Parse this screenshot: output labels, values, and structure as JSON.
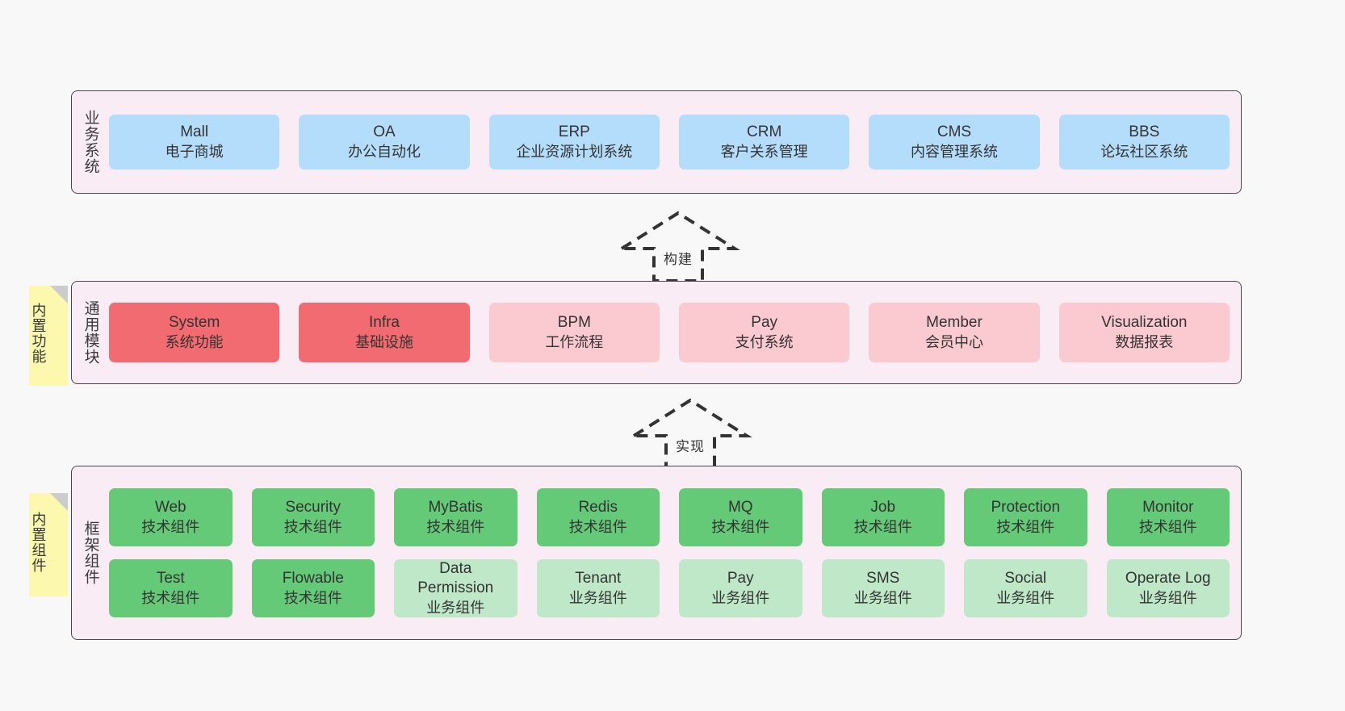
{
  "layers": [
    {
      "id": "business",
      "title": "业务系统",
      "rows": [
        {
          "cards": [
            {
              "name": "Mall",
              "sub": "电子商城",
              "style": "c-blue"
            },
            {
              "name": "OA",
              "sub": "办公自动化",
              "style": "c-blue"
            },
            {
              "name": "ERP",
              "sub": "企业资源计划系统",
              "style": "c-blue"
            },
            {
              "name": "CRM",
              "sub": "客户关系管理",
              "style": "c-blue"
            },
            {
              "name": "CMS",
              "sub": "内容管理系统",
              "style": "c-blue"
            },
            {
              "name": "BBS",
              "sub": "论坛社区系统",
              "style": "c-blue"
            }
          ]
        }
      ]
    },
    {
      "id": "common",
      "title": "通用模块",
      "rows": [
        {
          "cards": [
            {
              "name": "System",
              "sub": "系统功能",
              "style": "c-red"
            },
            {
              "name": "Infra",
              "sub": "基础设施",
              "style": "c-red"
            },
            {
              "name": "BPM",
              "sub": "工作流程",
              "style": "c-pink"
            },
            {
              "name": "Pay",
              "sub": "支付系统",
              "style": "c-pink"
            },
            {
              "name": "Member",
              "sub": "会员中心",
              "style": "c-pink"
            },
            {
              "name": "Visualization",
              "sub": "数据报表",
              "style": "c-pink"
            }
          ]
        }
      ]
    },
    {
      "id": "frame",
      "title": "框架组件",
      "rows": [
        {
          "cards": [
            {
              "name": "Web",
              "sub": "技术组件",
              "style": "c-green"
            },
            {
              "name": "Security",
              "sub": "技术组件",
              "style": "c-green"
            },
            {
              "name": "MyBatis",
              "sub": "技术组件",
              "style": "c-green"
            },
            {
              "name": "Redis",
              "sub": "技术组件",
              "style": "c-green"
            },
            {
              "name": "MQ",
              "sub": "技术组件",
              "style": "c-green"
            },
            {
              "name": "Job",
              "sub": "技术组件",
              "style": "c-green"
            },
            {
              "name": "Protection",
              "sub": "技术组件",
              "style": "c-green"
            },
            {
              "name": "Monitor",
              "sub": "技术组件",
              "style": "c-green"
            }
          ]
        },
        {
          "cards": [
            {
              "name": "Test",
              "sub": "技术组件",
              "style": "c-green"
            },
            {
              "name": "Flowable",
              "sub": "技术组件",
              "style": "c-green"
            },
            {
              "name": "Data",
              "name2": "Permission",
              "sub": "业务组件",
              "style": "c-lightgreen"
            },
            {
              "name": "Tenant",
              "sub": "业务组件",
              "style": "c-lightgreen"
            },
            {
              "name": "Pay",
              "sub": "业务组件",
              "style": "c-lightgreen"
            },
            {
              "name": "SMS",
              "sub": "业务组件",
              "style": "c-lightgreen"
            },
            {
              "name": "Social",
              "sub": "业务组件",
              "style": "c-lightgreen"
            },
            {
              "name": "Operate Log",
              "sub": "业务组件",
              "style": "c-lightgreen"
            }
          ]
        }
      ]
    }
  ],
  "notes": [
    {
      "id": "builtin-func",
      "text": "内置功能"
    },
    {
      "id": "builtin-comp",
      "text": "内置组件"
    }
  ],
  "arrows": [
    {
      "id": "build",
      "label": "构建"
    },
    {
      "id": "impl",
      "label": "实现"
    }
  ],
  "colors": {
    "panel_bg": "#faecf5",
    "panel_border": "#4a4450",
    "blue": "#b3ddfb",
    "red": "#f16b70",
    "pink": "#fbc9d0",
    "green": "#65ca77",
    "light_green": "#bfe8c8",
    "note_yellow": "#fcf8ad",
    "note_fold": "#cccccc",
    "canvas": "#f8f8f8"
  }
}
